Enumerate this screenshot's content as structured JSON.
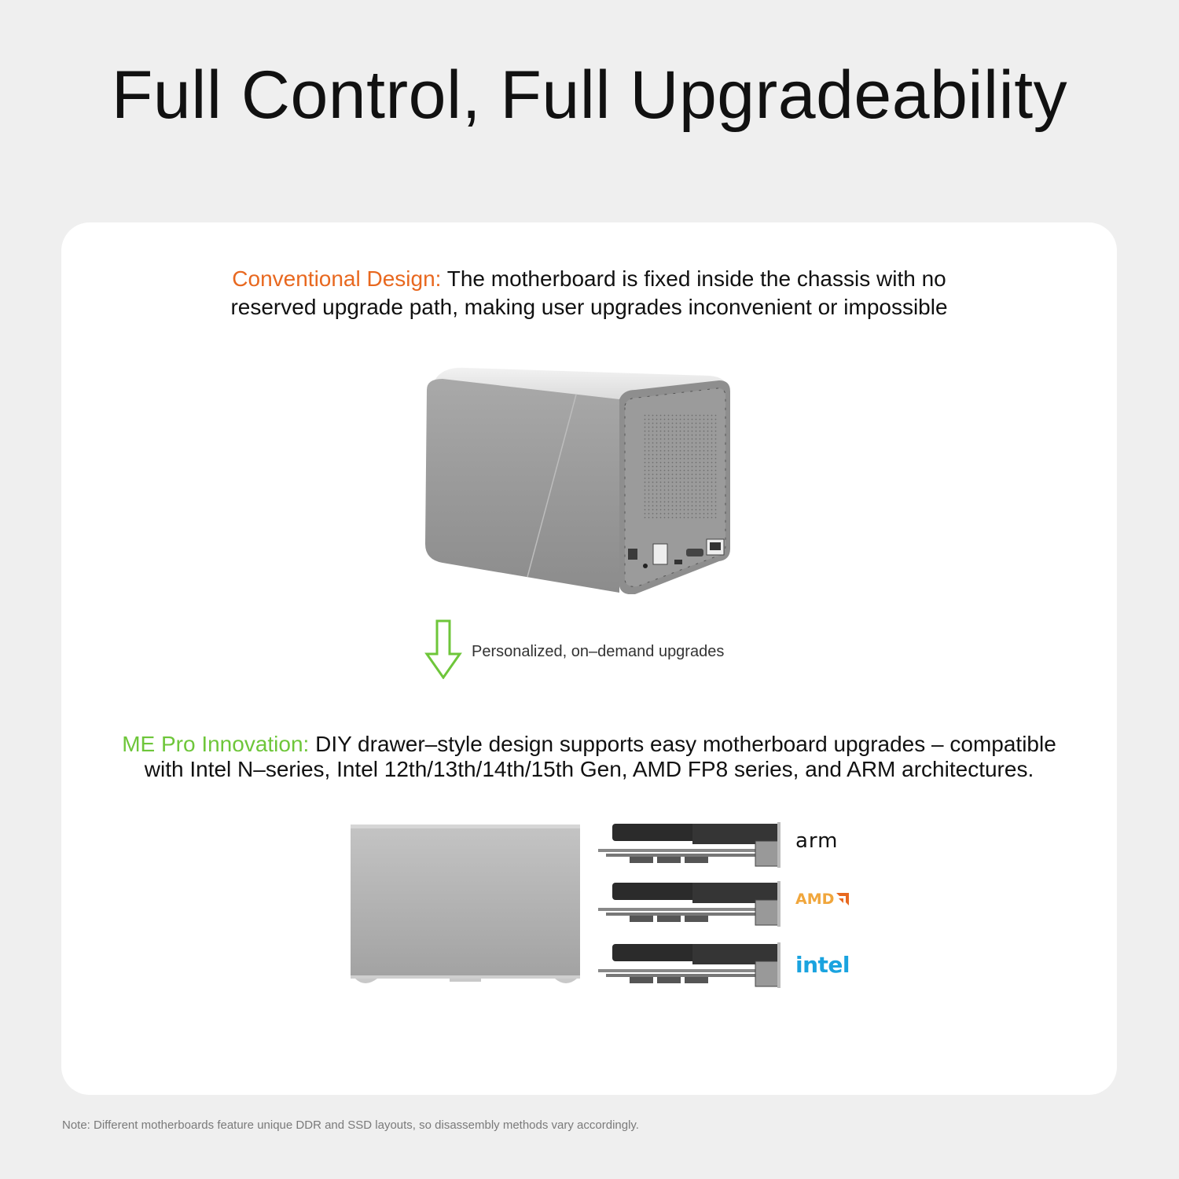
{
  "header": {
    "title": "Full Control, Full Upgradeability"
  },
  "conventional": {
    "lead": "Conventional Design:",
    "line1": " The motherboard is fixed inside the chassis with no",
    "line2": "reserved upgrade path, making user upgrades inconvenient or impossible"
  },
  "transition": {
    "icon": "arrow-down-icon",
    "caption": "Personalized, on–demand upgrades"
  },
  "innovation": {
    "lead": "ME Pro Innovation:",
    "line1": " DIY drawer–style design supports easy motherboard upgrades – compatible",
    "line2": "with Intel N–series, Intel 12th/13th/14th/15th Gen, AMD FP8 series, and ARM architectures."
  },
  "architectures": [
    {
      "name": "arm",
      "color": "#111111"
    },
    {
      "name": "AMD",
      "color": "#f0a63c"
    },
    {
      "name": "intel",
      "color": "#1aa3df"
    }
  ],
  "footer": {
    "note": "Note: Different motherboards feature unique DDR and SSD layouts, so disassembly methods vary accordingly."
  },
  "colors": {
    "background": "#efefef",
    "card": "#ffffff",
    "accent_orange": "#e8681f",
    "accent_green": "#6ec63a"
  }
}
